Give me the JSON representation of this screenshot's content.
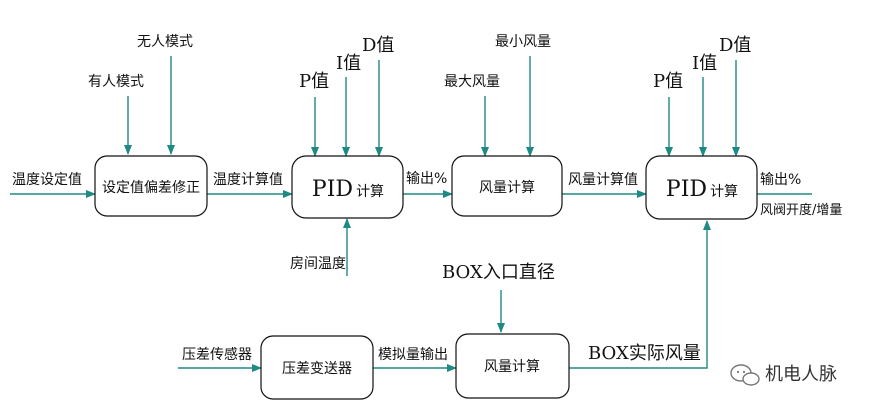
{
  "boxes": {
    "correction": "设定值偏差修正",
    "pid1_main": "PID",
    "pid1_suffix": "计算",
    "flow1": "风量计算",
    "pid2_main": "PID",
    "pid2_suffix": "计算",
    "transmitter": "压差变送器",
    "flow2": "风量计算"
  },
  "labels": {
    "temp_setpoint": "温度设定值",
    "occupied_mode": "有人模式",
    "unoccupied_mode": "无人模式",
    "temp_calc_value": "温度计算值",
    "p_value_1": "P值",
    "i_value_1": "I值",
    "d_value_1": "D值",
    "room_temp": "房间温度",
    "output_pct_1": "输出%",
    "max_flow": "最大风量",
    "min_flow": "最小风量",
    "flow_calc_value": "风量计算值",
    "p_value_2": "P值",
    "i_value_2": "I值",
    "d_value_2": "D值",
    "output_pct_2": "输出%",
    "valve_output": "风阀开度/增量",
    "box_inlet": "BOX入口直径",
    "dp_sensor": "压差传感器",
    "analog_output": "模拟量输出",
    "box_actual_flow": "BOX实际风量"
  },
  "watermark": {
    "text": "机电人脉",
    "icon": "wechat-icon"
  },
  "colors": {
    "connector": "#1f8a84",
    "box_border": "#111111"
  }
}
